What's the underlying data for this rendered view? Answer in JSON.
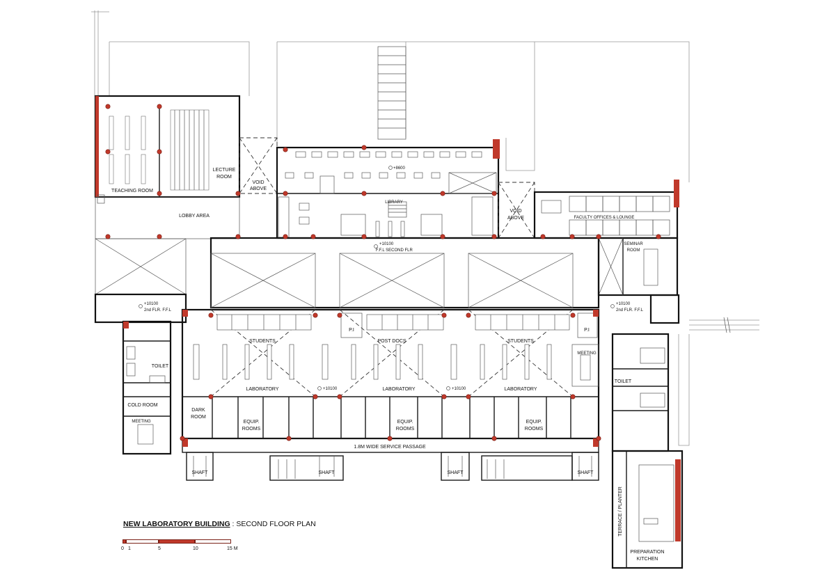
{
  "title": {
    "project": "NEW LABORATORY BUILDING",
    "separator": " : ",
    "sheet": "SECOND FLOOR PLAN"
  },
  "scale": {
    "ticks": [
      "0",
      "1",
      "5",
      "10",
      "15 M"
    ],
    "colors": {
      "dark": "#c0392b",
      "light": "#ffffff"
    }
  },
  "rooms": {
    "teaching_room": "TEACHING ROOM",
    "lecture_room": "LECTURE\nROOM",
    "lecture_room_l1": "LECTURE",
    "lecture_room_l2": "ROOM",
    "lobby_area": "LOBBY AREA",
    "void_above_1_l1": "VOID",
    "void_above_1_l2": "ABOVE",
    "void_above_2_l1": "VOID",
    "void_above_2_l2": "ABOVE",
    "library": "LIBRARY",
    "faculty_offices": "FACULTY OFFICES & LOUNGE",
    "seminar_room_l1": "SEMINAR",
    "seminar_room_l2": "ROOM",
    "students_1": "STUDENTS",
    "post_docs": "POST DOCS",
    "students_2": "STUDENTS",
    "pi_1": "P.I",
    "pi_2": "P.I",
    "laboratory_1": "LABORATORY",
    "laboratory_2": "LABORATORY",
    "laboratory_3": "LABORATORY",
    "meeting_right": "MEETING",
    "toilet_left": "TOILET",
    "toilet_right": "TOILET",
    "cold_room": "COLD ROOM",
    "meeting_left": "MEETING",
    "dark_room_l1": "DARK",
    "dark_room_l2": "ROOM",
    "equip_1_l1": "EQUIP.",
    "equip_1_l2": "ROOMS",
    "equip_2_l1": "EQUIP.",
    "equip_2_l2": "ROOMS",
    "equip_3_l1": "EQUIP.",
    "equip_3_l2": "ROOMS",
    "service_passage": "1.8M WIDE SERVICE PASSAGE",
    "shaft_1": "SHAFT",
    "shaft_2": "SHAFT",
    "shaft_3": "SHAFT",
    "shaft_4": "SHAFT",
    "terrace_planter": "TERRACE / PLANTER",
    "prep_kitchen_l1": "PREPARATION",
    "prep_kitchen_l2": "KITCHEN"
  },
  "levels": {
    "library_level": "+8600",
    "ffl_center_l1": "+10100",
    "ffl_center_l2": "F.F.L SECOND FLR",
    "ffl_left_l1": "+10100",
    "ffl_left_l2": "2nd FLR. F.F.L",
    "ffl_right_l1": "+10100",
    "ffl_right_l2": "2nd FLR. F.F.L",
    "lab_level_1": "+10100",
    "lab_level_2": "+10100"
  }
}
